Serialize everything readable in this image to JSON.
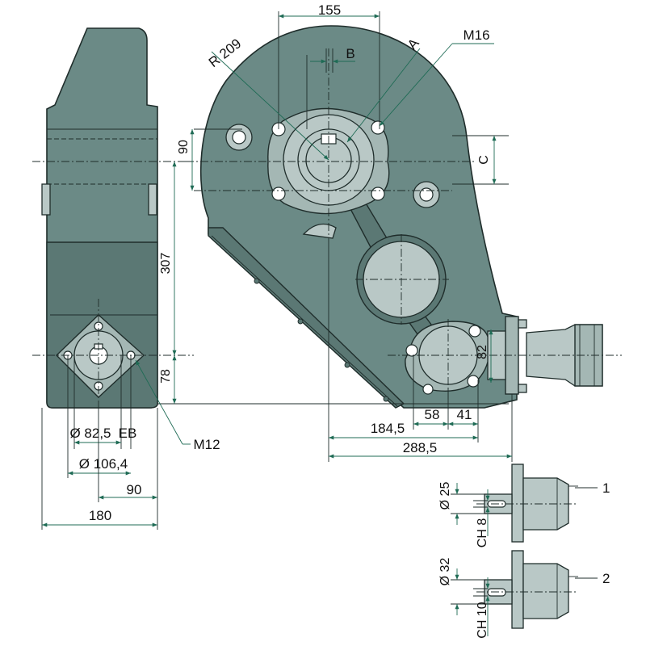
{
  "dimensions": {
    "top_width": "155",
    "radius": "R 209",
    "b": "B",
    "a": "A",
    "thread_top": "M16",
    "vertical_90": "90",
    "c": "C",
    "vertical_307": "307",
    "vertical_78": "78",
    "vertical_82": "82",
    "d_825": "Ø 82,5",
    "eb": "EB",
    "d_1064": "Ø 106,4",
    "h_90": "90",
    "h_180": "180",
    "thread_side": "M12",
    "h_1845": "184,5",
    "h_2885": "288,5",
    "h_58": "58",
    "h_41": "41"
  },
  "variants": [
    {
      "number": "1",
      "diameter": "Ø 25",
      "key": "CH 8"
    },
    {
      "number": "2",
      "diameter": "Ø 32",
      "key": "CH 10"
    }
  ],
  "colors": {
    "housing": "#6b8a86",
    "flange": "#a4b7b4",
    "dimension_line": "#1f6b55"
  }
}
